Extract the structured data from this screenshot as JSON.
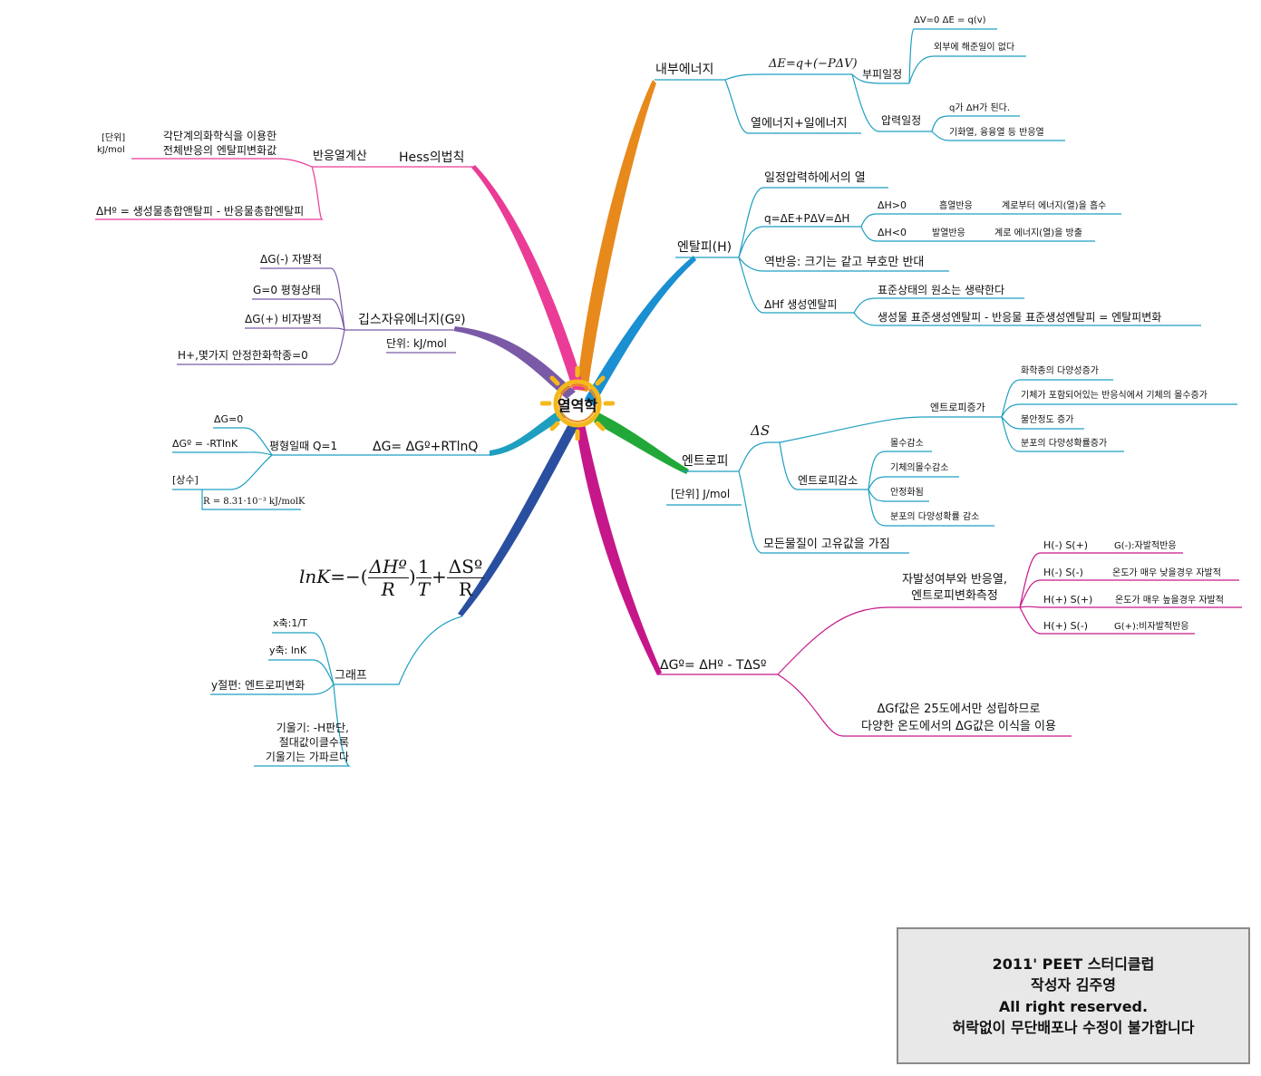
{
  "center": {
    "label": "열역학"
  },
  "internal_energy": {
    "title": "내부에너지",
    "formula": "ΔE=q+(−PΔV)",
    "constant_volume": "부피일정",
    "cv_1": "ΔV=0   ΔE = q(v)",
    "cv_2": "외부에 해준일이 없다",
    "constant_pressure": "압력일정",
    "cp_1": "q가 ΔH가 된다.",
    "cp_2": "기화열, 융융열  등 반응열",
    "heat_work": "열에너지+일에너지"
  },
  "enthalpy": {
    "title": "엔탈피(H)",
    "item1": "일정압력하에서의  열",
    "item2": "q=ΔE+PΔV=ΔH",
    "dh_pos": "ΔH>0",
    "endo": "흡열반응",
    "endo_desc": "계로부터  에너지(열)을 흡수",
    "dh_neg": "ΔH<0",
    "exo": "발열반응",
    "exo_desc": "계로  에너지(열)을 방출",
    "reverse": "역반응: 크기는  같고  부호만  반대",
    "hf": "ΔHf  생성엔탈피",
    "hf_1": "표준상태의  원소는  생략한다",
    "hf_2": "생성물  표준생성엔탈피  -  반응물  표준생성엔탈피  =  엔탈피변화"
  },
  "entropy": {
    "title": "엔트로피",
    "unit": "[단위]  J/mol",
    "symbol": "ΔS",
    "increase": "엔트로피증가",
    "inc_1": "화학종의 다양성증가",
    "inc_2": "기체가  포함되어있는  반응식에서  기체의  몰수증가",
    "inc_3": "불안정도  증가",
    "inc_4": "분포의  다양성확률증가",
    "decrease": "엔트로피감소",
    "dec_1": "몰수감소",
    "dec_2": "기체의몰수감소",
    "dec_3": "안정화됨",
    "dec_4": "분포의  다양성확률  감소",
    "absolute": "모든물질이  고유값을  가짐"
  },
  "gibbs_relation": {
    "title": "ΔGº=  ΔHº  -  TΔSº",
    "spontaneity": "자발성여부와  반응열,",
    "spontaneity_2": "엔트로피변화측정",
    "c1": "H(-)  S(+)",
    "c1r": "G(-):자발적반응",
    "c2": "H(-)  S(-)",
    "c2r": "온도가  매우  낮을경우  자발적",
    "c3": "H(+)  S(+)",
    "c3r": "온도가  매우  높을경우  자발적",
    "c4": "H(+)  S(-)",
    "c4r": "G(+):비자발적반응",
    "note_1": "ΔGf값은  25도에서만  성립하므로",
    "note_2": "다양한  온도에서의  ΔG값은  이식을  이용"
  },
  "hess": {
    "title": "Hess의법칙",
    "calc": "반응열계산",
    "desc_1": "각단계의화학식을 이용한",
    "desc_2": "전체반응의 엔탈피변화값",
    "unit_1": "[단위]",
    "unit_2": "kJ/mol",
    "eq": "ΔHº  =  생성물총합앤탈피  -  반응물총합엔탈피"
  },
  "gibbs": {
    "title": "깁스자유에너지(Gº)",
    "unit": "단위:  kJ/mol",
    "g1": "ΔG(-)  자발적",
    "g2": "G=0  평형상태",
    "g3": "ΔG(+)  비자발적",
    "g4": "H+,몇가지  안정한화학종=0"
  },
  "dg_eq": {
    "title": "ΔG=  ΔGº+RTlnQ",
    "equilibrium": "평형일때  Q=1",
    "e1": "ΔG=0",
    "e2": "ΔGº  =  -RTlnK",
    "const": "[상수]",
    "r": "R = 8.31·10⁻³ kJ/molK"
  },
  "vant_hoff": {
    "lnk": "lnK",
    "eq": "=",
    "minus": "−(",
    "dh": "ΔHº",
    "R": "R",
    "close": ")",
    "one": "1",
    "T": "T",
    "plus": "+",
    "ds": "ΔSº",
    "R2": "R",
    "graph": "그래프",
    "x": "x축:1/T",
    "y": "y축:  lnK",
    "yint": "y절편:  엔트로피변화",
    "slope_1": "기울기:  -H판단,",
    "slope_2": "절대값이클수록",
    "slope_3": "기울기는  가파르다"
  },
  "credit": {
    "line1": "2011'  PEET  스터디클럽",
    "line2": "작성자  김주영",
    "line3": "All  right  reserved.",
    "line4": "허락없이  무단배포나  수정이  불가합니다"
  },
  "colors": {
    "orange": "#e8891c",
    "blue": "#1a8fd1",
    "green": "#22a838",
    "magenta": "#c6178a",
    "pink": "#ea3c96",
    "purple": "#7a5aa6",
    "teal": "#1e9fc0",
    "navy": "#2a4fa0",
    "gold": "#f4b81c"
  }
}
